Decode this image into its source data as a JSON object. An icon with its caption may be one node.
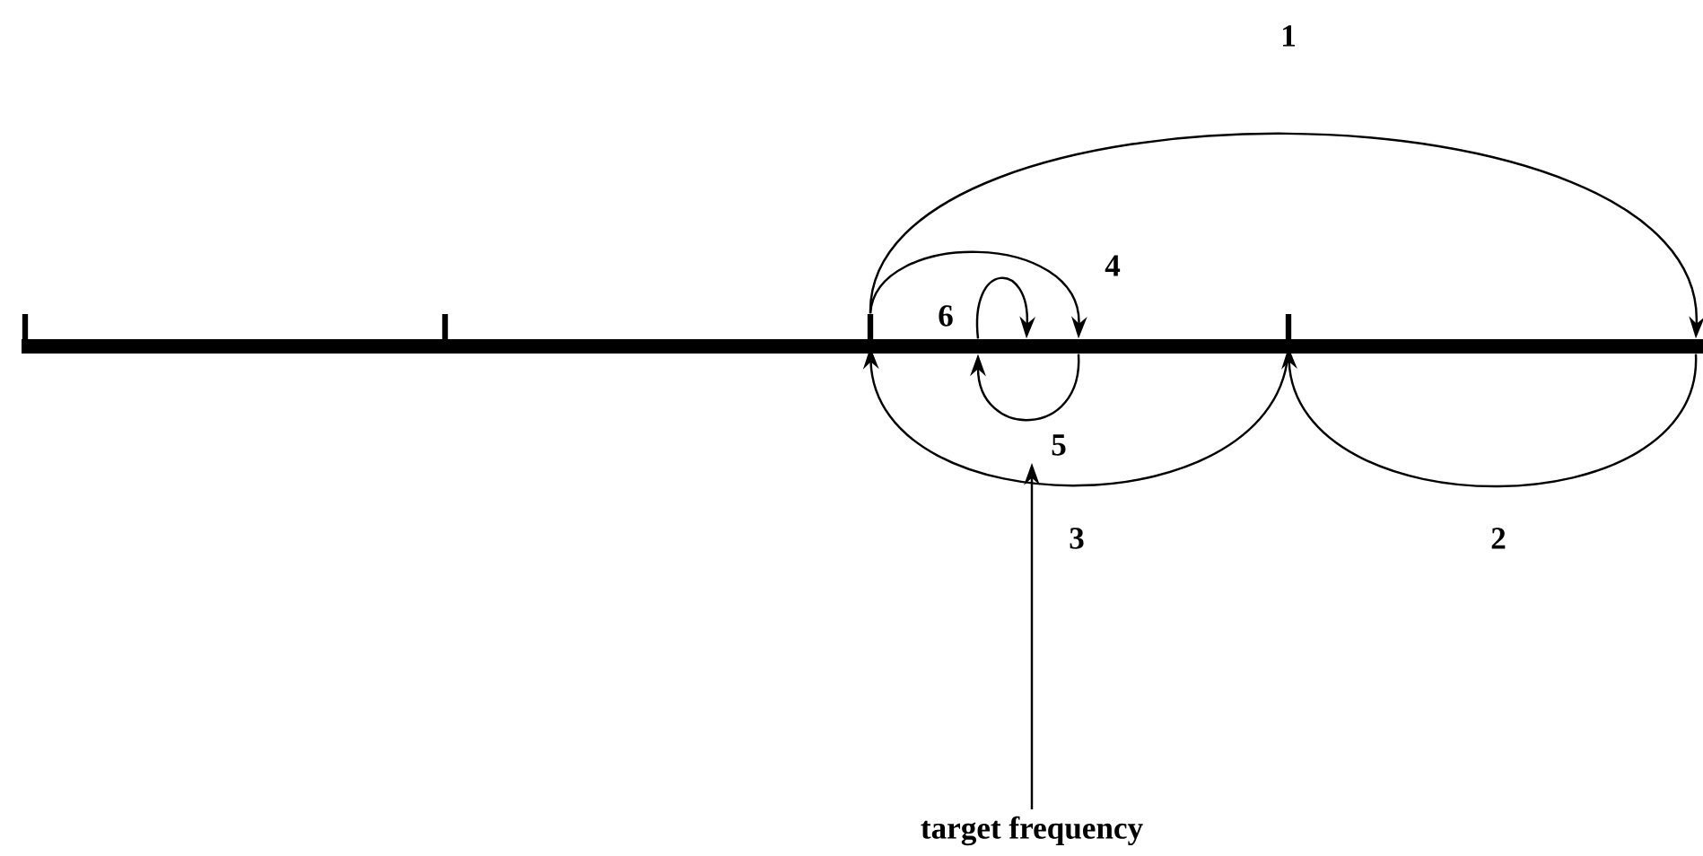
{
  "diagram": {
    "nodes": [
      {
        "text": [],
        "shape": "bar"
      },
      {
        "text": [],
        "shape": "tick"
      },
      {
        "text": [],
        "shape": "tick"
      },
      {
        "text": [
          "target frequency"
        ]
      }
    ],
    "edges": [
      {
        "from": 1,
        "to": 0,
        "arrow": "to",
        "label": "1"
      },
      {
        "from": 0,
        "to": 2,
        "arrow": "to",
        "label": "2"
      },
      {
        "from": 2,
        "to": 1,
        "arrow": "to",
        "label": "3"
      },
      {
        "from": 1,
        "to": 0,
        "arrow": "to",
        "label": "4"
      },
      {
        "from": 0,
        "to": 0,
        "arrow": "to",
        "label": "5"
      },
      {
        "from": 0,
        "to": 0,
        "arrow": "to",
        "label": "6"
      },
      {
        "from": 3,
        "to": null,
        "arrow": "to"
      }
    ]
  }
}
